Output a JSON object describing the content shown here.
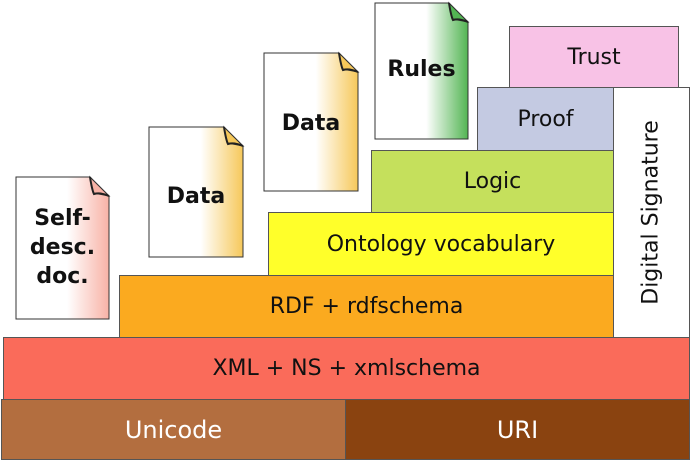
{
  "layers": {
    "unicode": {
      "label": "Unicode",
      "color": "#b36e3f"
    },
    "uri": {
      "label": "URI",
      "color": "#8a4310"
    },
    "xml": {
      "label": "XML + NS + xmlschema",
      "color": "#fa6b5a"
    },
    "rdf": {
      "label": "RDF + rdfschema",
      "color": "#fbaa1f"
    },
    "ontology": {
      "label": "Ontology vocabulary",
      "color": "#ffff2a"
    },
    "logic": {
      "label": "Logic",
      "color": "#c5e05c"
    },
    "proof": {
      "label": "Proof",
      "color": "#c4cae2"
    },
    "trust": {
      "label": "Trust",
      "color": "#f8c2e6"
    },
    "digital_signature": {
      "label": "Digital Signature",
      "color": "#ffffff"
    }
  },
  "documents": {
    "self_desc": {
      "label": "Self-\ndesc.\ndoc.",
      "fold_color": "#f8b2a6"
    },
    "data_1": {
      "label": "Data",
      "fold_color": "#f6c85a"
    },
    "data_2": {
      "label": "Data",
      "fold_color": "#f6c85a"
    },
    "rules": {
      "label": "Rules",
      "fold_color": "#53b553"
    }
  },
  "colors": {
    "border": "#555555",
    "doc_outline": "#333333",
    "fold_dark": "#222222"
  }
}
